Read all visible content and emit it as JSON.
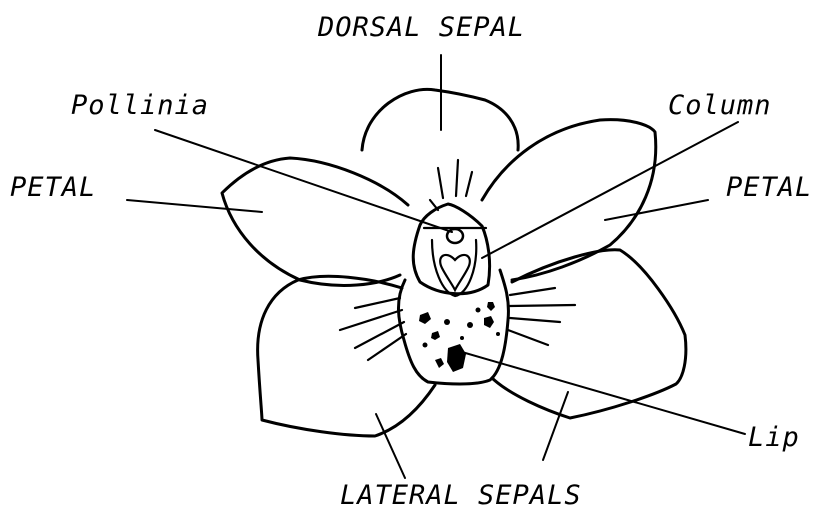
{
  "diagram": {
    "labels": {
      "dorsal_sepal": "DORSAL SEPAL",
      "pollinia": "Pollinia",
      "column": "Column",
      "petal_left": "PETAL",
      "petal_right": "PETAL",
      "lip": "Lip",
      "lateral_sepals": "LATERAL SEPALS"
    },
    "colors": {
      "ink": "#000000",
      "paper": "#ffffff"
    }
  }
}
